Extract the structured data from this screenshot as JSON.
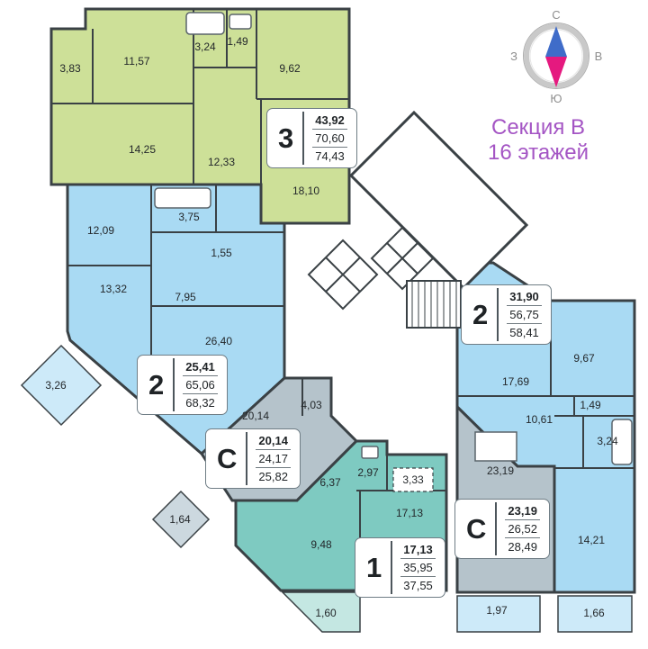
{
  "meta": {
    "section_title": "Секция В",
    "floors_label": "16 этажей"
  },
  "compass": {
    "north": "С",
    "south": "Ю",
    "west": "З",
    "east": "В"
  },
  "apartments": [
    {
      "type": "3",
      "area_living": "43,92",
      "area_main": "70,60",
      "area_total": "74,43"
    },
    {
      "type": "2",
      "area_living": "25,41",
      "area_main": "65,06",
      "area_total": "68,32"
    },
    {
      "type": "С",
      "area_living": "20,14",
      "area_main": "24,17",
      "area_total": "25,82"
    },
    {
      "type": "1",
      "area_living": "17,13",
      "area_main": "35,95",
      "area_total": "37,55"
    },
    {
      "type": "2",
      "area_living": "31,90",
      "area_main": "56,75",
      "area_total": "58,41"
    },
    {
      "type": "С",
      "area_living": "23,19",
      "area_main": "26,52",
      "area_total": "28,49"
    }
  ],
  "rooms": [
    {
      "value": "3,83"
    },
    {
      "value": "11,57"
    },
    {
      "value": "3,24"
    },
    {
      "value": "1,49"
    },
    {
      "value": "9,62"
    },
    {
      "value": "14,25"
    },
    {
      "value": "12,33"
    },
    {
      "value": "18,10"
    },
    {
      "value": "3,75"
    },
    {
      "value": "12,09"
    },
    {
      "value": "1,55"
    },
    {
      "value": "13,32"
    },
    {
      "value": "7,95"
    },
    {
      "value": "26,40"
    },
    {
      "value": "3,26"
    },
    {
      "value": "20,14"
    },
    {
      "value": "4,03"
    },
    {
      "value": "1,64"
    },
    {
      "value": "6,37"
    },
    {
      "value": "2,97"
    },
    {
      "value": "3,33"
    },
    {
      "value": "17,13"
    },
    {
      "value": "9,48"
    },
    {
      "value": "1,60"
    },
    {
      "value": "17,69"
    },
    {
      "value": "10,61"
    },
    {
      "value": "9,67"
    },
    {
      "value": "1,49"
    },
    {
      "value": "3,24"
    },
    {
      "value": "23,19"
    },
    {
      "value": "14,21"
    },
    {
      "value": "1,97"
    },
    {
      "value": "1,66"
    }
  ],
  "colors": {
    "accent_purple": "#a455c4",
    "apartment_green": "#cde098",
    "apartment_blue": "#a9daf3",
    "apartment_gray": "#b5c3cb",
    "apartment_teal": "#7ecac1",
    "wall": "#3a4145",
    "compass_north": "#3f6cc9",
    "compass_south": "#e5197f"
  }
}
